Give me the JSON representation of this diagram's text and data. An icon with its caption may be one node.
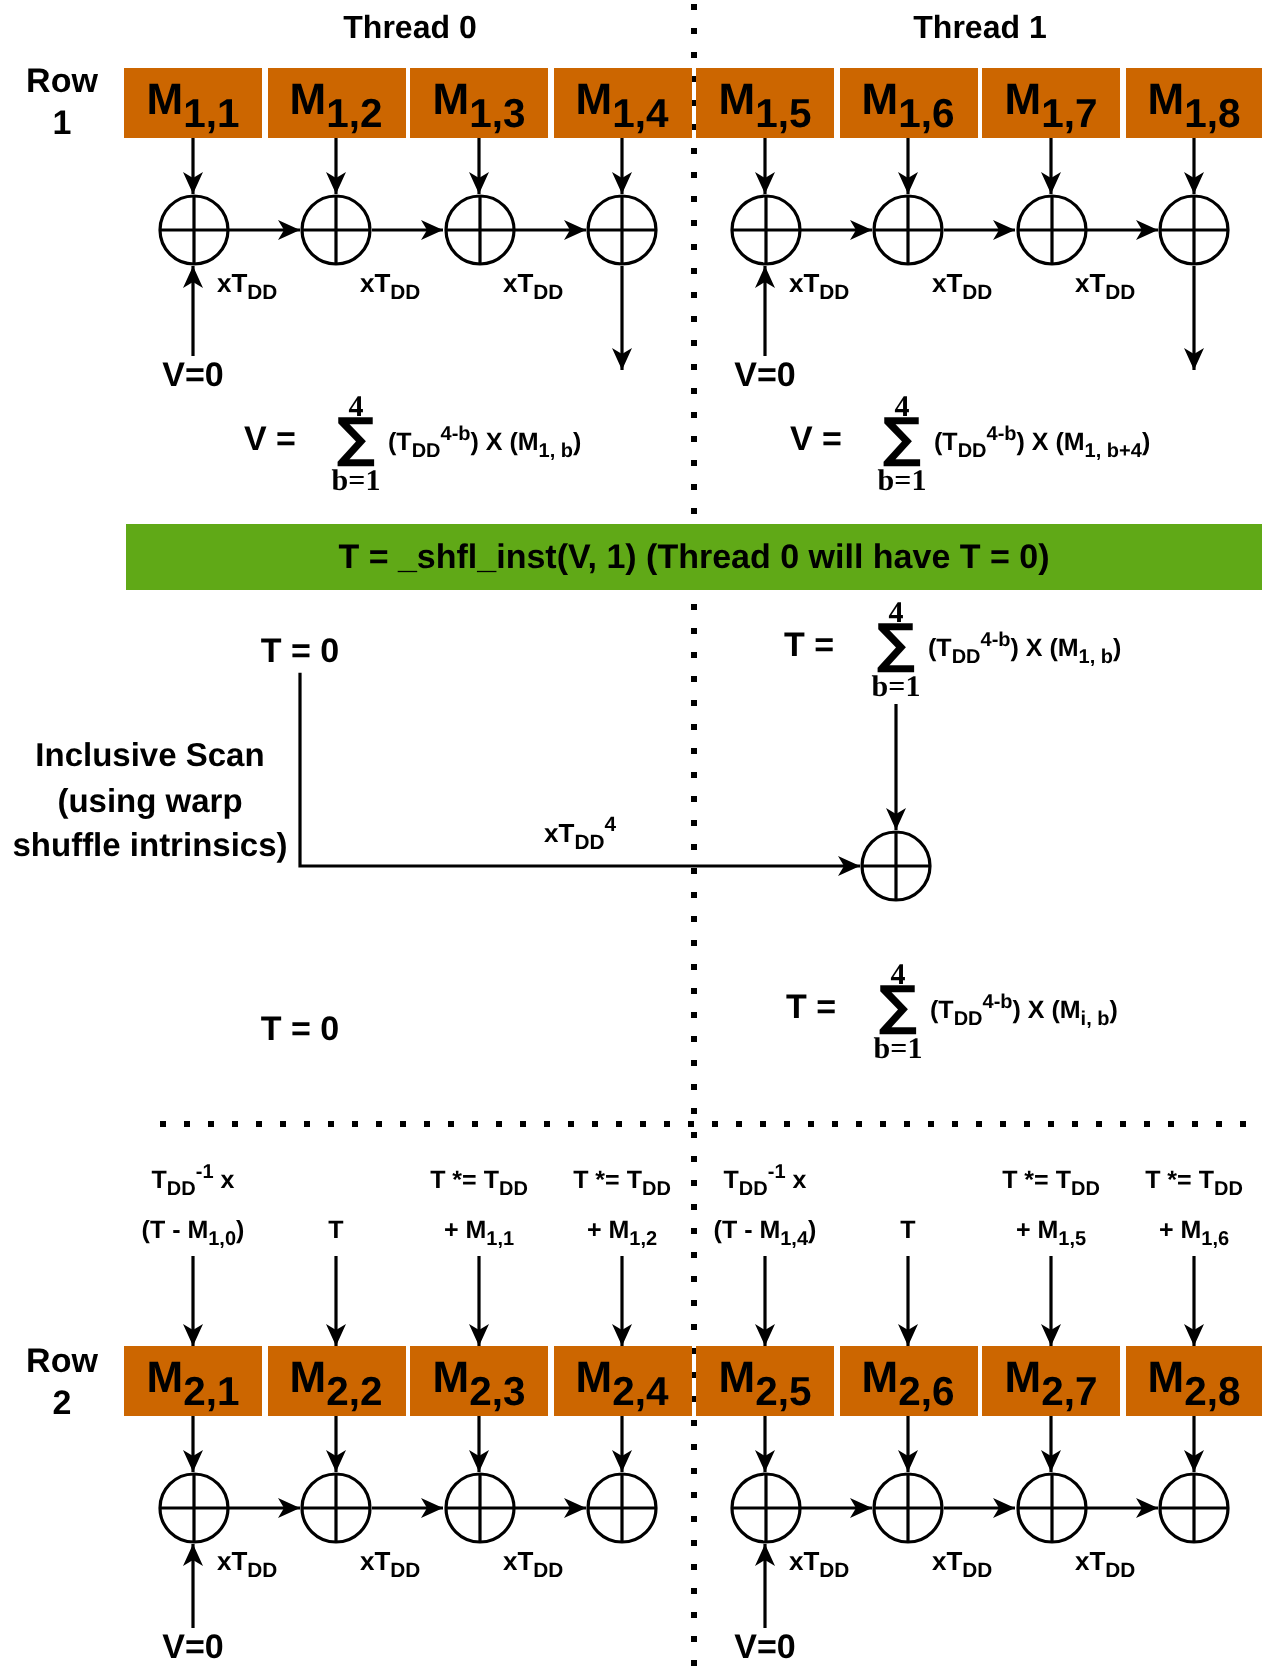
{
  "diagram": {
    "nodes": [
      {
        "text": [
          "M$_{1,1}$"
        ]
      },
      {
        "text": [
          "M$_{1,2}$"
        ]
      },
      {
        "text": [
          "M$_{1,3}$"
        ]
      },
      {
        "text": [
          "M$_{1,4}$"
        ]
      },
      {
        "text": [
          "M$_{1,5}$"
        ]
      },
      {
        "text": [
          "M$_{1,6}$"
        ]
      },
      {
        "text": [
          "M$_{1,7}$"
        ]
      },
      {
        "text": [
          "M$_{1,8}$"
        ]
      },
      {
        "text": [],
        "shape": "circle"
      },
      {
        "text": [],
        "shape": "circle"
      },
      {
        "text": [],
        "shape": "circle"
      },
      {
        "text": [],
        "shape": "circle"
      },
      {
        "text": [],
        "shape": "circle"
      },
      {
        "text": [],
        "shape": "circle"
      },
      {
        "text": [],
        "shape": "circle"
      },
      {
        "text": [],
        "shape": "circle"
      },
      {
        "text": [
          "V=0"
        ]
      },
      {
        "text": [
          "V=0"
        ]
      },
      {
        "text": [
          "T = _shfl_inst(V, 1) (Thread 0 will have T = 0)"
        ]
      },
      {
        "text": [
          "T = 0"
        ]
      },
      {
        "text": [
          "T =",
          "4",
          "∑",
          "b=1",
          "(T$_{DD}$$^{4-b}$) X (M$_{1, b}$)"
        ]
      },
      {
        "text": [],
        "shape": "circle"
      },
      {
        "text": [
          "T$_{DD}$$^{-1}$ x (T - M$_{1,0}$)"
        ]
      },
      {
        "text": [
          "T"
        ]
      },
      {
        "text": [
          "T *= T$_{DD}$ + M$_{1,1}$"
        ]
      },
      {
        "text": [
          "T *= T$_{DD}$ + M$_{1,2}$"
        ]
      },
      {
        "text": [
          "T$_{DD}$$^{-1}$ x (T - M$_{1,4}$)"
        ]
      },
      {
        "text": [
          "T"
        ]
      },
      {
        "text": [
          "T *= T$_{DD}$ + M$_{1,5}$"
        ]
      },
      {
        "text": [
          "T *= T$_{DD}$ + M$_{1,6}$"
        ]
      },
      {
        "text": [
          "M$_{2,1}$"
        ]
      },
      {
        "text": [
          "M$_{2,2}$"
        ]
      },
      {
        "text": [
          "M$_{2,3}$"
        ]
      },
      {
        "text": [
          "M$_{2,4}$"
        ]
      },
      {
        "text": [
          "M$_{2,5}$"
        ]
      },
      {
        "text": [
          "M$_{2,6}$"
        ]
      },
      {
        "text": [
          "M$_{2,7}$"
        ]
      },
      {
        "text": [
          "M$_{2,8}$"
        ]
      },
      {
        "text": [],
        "shape": "circle"
      },
      {
        "text": [],
        "shape": "circle"
      },
      {
        "text": [],
        "shape": "circle"
      },
      {
        "text": [],
        "shape": "circle"
      },
      {
        "text": [],
        "shape": "circle"
      },
      {
        "text": [],
        "shape": "circle"
      },
      {
        "text": [],
        "shape": "circle"
      },
      {
        "text": [],
        "shape": "circle"
      },
      {
        "text": [
          "V=0"
        ]
      },
      {
        "text": [
          "V=0"
        ]
      }
    ],
    "edges": [
      {
        "from": 0,
        "to": 8,
        "arrow": "to"
      },
      {
        "from": 1,
        "to": 9,
        "arrow": "to"
      },
      {
        "from": 2,
        "to": 10,
        "arrow": "to"
      },
      {
        "from": 3,
        "to": 11,
        "arrow": "to"
      },
      {
        "from": 4,
        "to": 12,
        "arrow": "to"
      },
      {
        "from": 5,
        "to": 13,
        "arrow": "to"
      },
      {
        "from": 6,
        "to": 14,
        "arrow": "to"
      },
      {
        "from": 7,
        "to": 15,
        "arrow": "to"
      },
      {
        "from": 8,
        "to": 9,
        "arrow": "to",
        "label": "xT$_{DD}$"
      },
      {
        "from": 9,
        "to": 10,
        "arrow": "to",
        "label": "xT$_{DD}$"
      },
      {
        "from": 10,
        "to": 11,
        "arrow": "to",
        "label": "xT$_{DD}$"
      },
      {
        "from": 12,
        "to": 13,
        "arrow": "to",
        "label": "xT$_{DD}$"
      },
      {
        "from": 13,
        "to": 14,
        "arrow": "to",
        "label": "xT$_{DD}$"
      },
      {
        "from": 14,
        "to": 15,
        "arrow": "to",
        "label": "xT$_{DD}$"
      },
      {
        "from": 16,
        "to": 8,
        "arrow": "to"
      },
      {
        "from": 17,
        "to": 12,
        "arrow": "to"
      },
      {
        "from": 11,
        "to": null,
        "arrow": "to"
      },
      {
        "from": 15,
        "to": null,
        "arrow": "to"
      },
      {
        "from": 19,
        "to": 21,
        "arrow": "to",
        "label": "xT$_{DD}$$^{4}$"
      },
      {
        "from": 20,
        "to": 21,
        "arrow": "to"
      },
      {
        "from": 22,
        "to": 30,
        "arrow": "to"
      },
      {
        "from": 23,
        "to": 31,
        "arrow": "to"
      },
      {
        "from": 24,
        "to": 32,
        "arrow": "to"
      },
      {
        "from": 25,
        "to": 33,
        "arrow": "to"
      },
      {
        "from": 26,
        "to": 34,
        "arrow": "to"
      },
      {
        "from": 27,
        "to": 35,
        "arrow": "to"
      },
      {
        "from": 28,
        "to": 36,
        "arrow": "to"
      },
      {
        "from": 29,
        "to": 37,
        "arrow": "to"
      },
      {
        "from": 30,
        "to": 38,
        "arrow": "to"
      },
      {
        "from": 31,
        "to": 39,
        "arrow": "to"
      },
      {
        "from": 32,
        "to": 40,
        "arrow": "to"
      },
      {
        "from": 33,
        "to": 41,
        "arrow": "to"
      },
      {
        "from": 34,
        "to": 42,
        "arrow": "to"
      },
      {
        "from": 35,
        "to": 43,
        "arrow": "to"
      },
      {
        "from": 36,
        "to": 44,
        "arrow": "to"
      },
      {
        "from": 37,
        "to": 45,
        "arrow": "to"
      },
      {
        "from": 38,
        "to": 39,
        "arrow": "to",
        "label": "xT$_{DD}$"
      },
      {
        "from": 39,
        "to": 40,
        "arrow": "to",
        "label": "xT$_{DD}$"
      },
      {
        "from": 40,
        "to": 41,
        "arrow": "to",
        "label": "xT$_{DD}$"
      },
      {
        "from": 42,
        "to": 43,
        "arrow": "to",
        "label": "xT$_{DD}$"
      },
      {
        "from": 43,
        "to": 44,
        "arrow": "to",
        "label": "xT$_{DD}$"
      },
      {
        "from": 44,
        "to": 45,
        "arrow": "to",
        "label": "xT$_{DD}$"
      },
      {
        "from": 46,
        "to": 38,
        "arrow": "to"
      },
      {
        "from": 47,
        "to": 42,
        "arrow": "to"
      }
    ],
    "labels": [
      "Thread 0",
      "Thread 1",
      "Row 1",
      "V =",
      "4",
      "∑",
      "b=1",
      "(T$_{DD}$$^{4-b}$) X (M$_{1, b}$)",
      "V =",
      "4",
      "∑",
      "b=1",
      "(T$_{DD}$$^{4-b}$) X (M$_{1, b+4}$)",
      "Inclusive Scan (using warp shuffle intrinsics)",
      "T = 0",
      "T =",
      "4",
      "∑",
      "b=1",
      "(T$_{DD}$$^{4-b}$) X (M$_{i, b}$)",
      "Row 2"
    ]
  }
}
